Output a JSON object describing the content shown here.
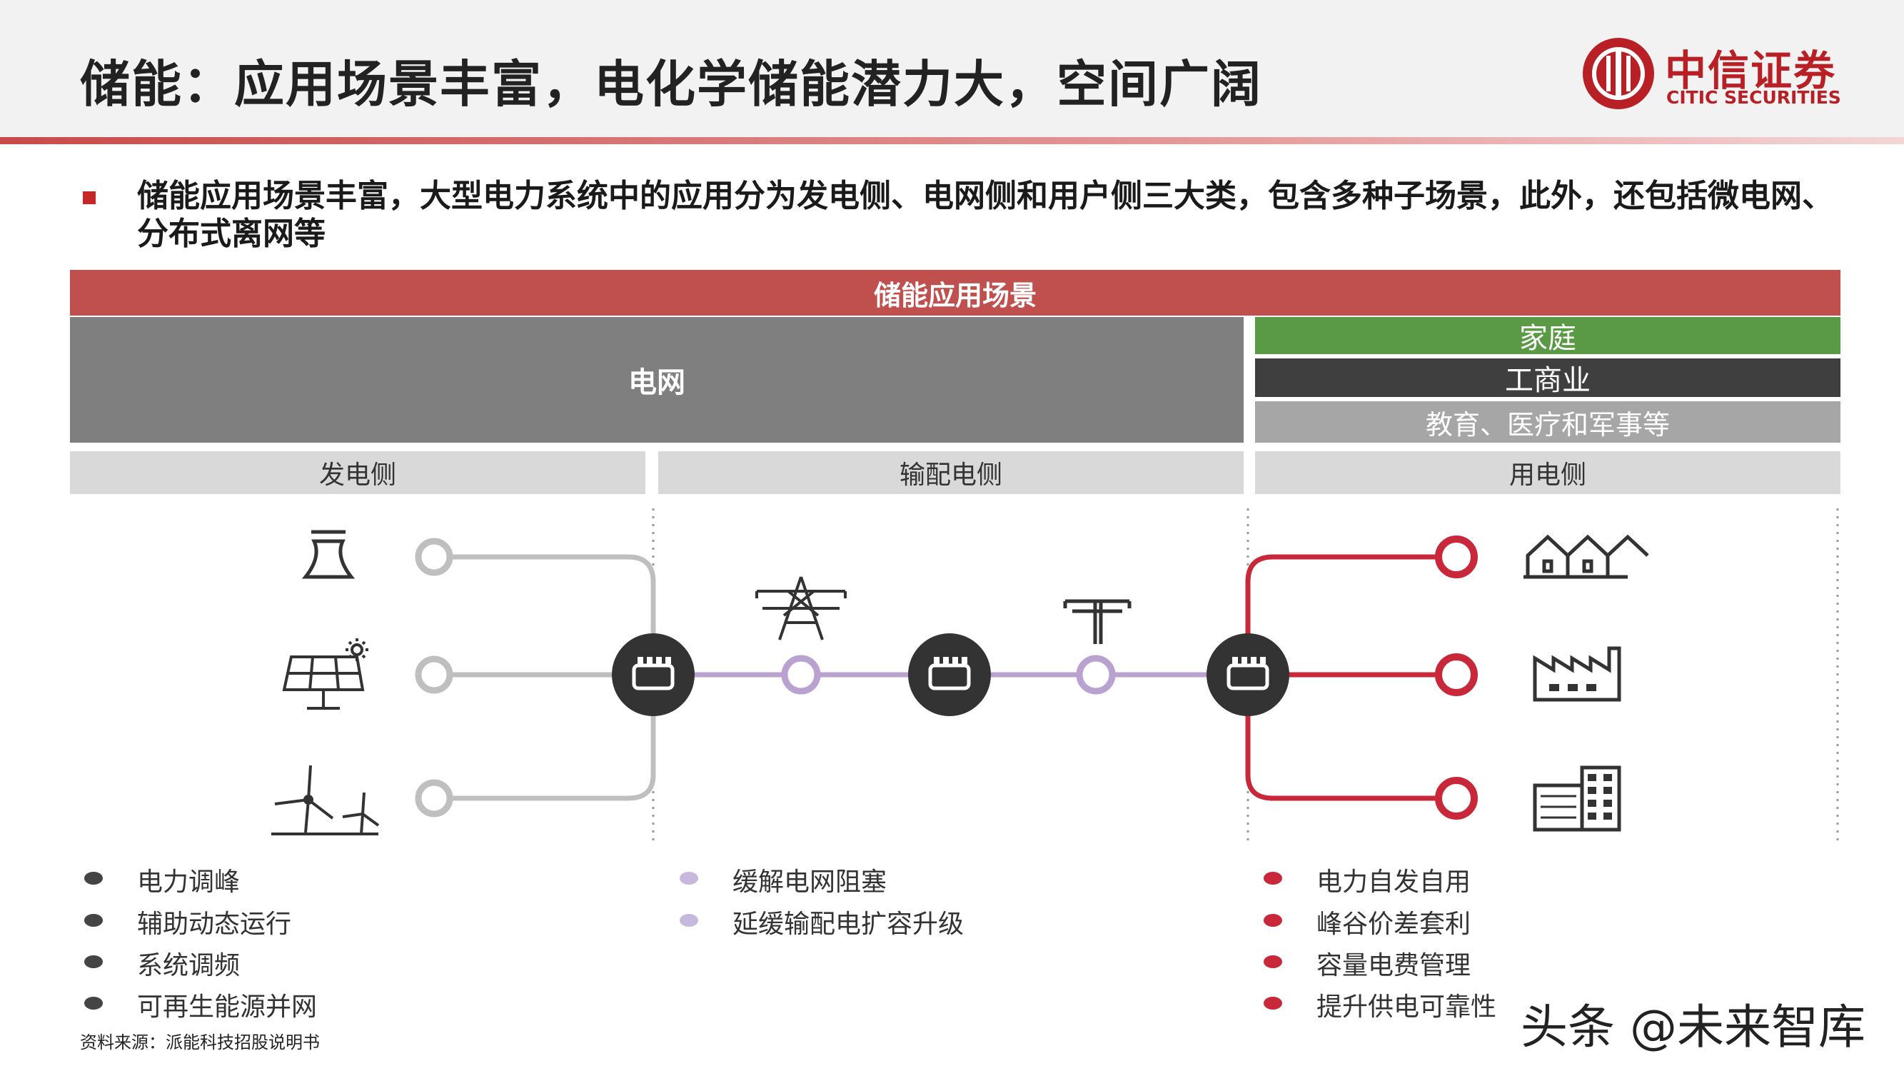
{
  "header": {
    "title": "储能：应用场景丰富，电化学储能潜力大，空间广阔",
    "logo_cn": "中信证券",
    "logo_en": "CITIC SECURITIES"
  },
  "bullet": {
    "text": "储能应用场景丰富，大型电力系统中的应用分为发电侧、电网侧和用户侧三大类，包含多种子场景，此外，还包括微电网、分布式离网等"
  },
  "diagram": {
    "top_band": "储能应用场景",
    "grid_label": "电网",
    "user_types": [
      "家庭",
      "工商业",
      "教育、医疗和军事等"
    ],
    "sides": [
      "发电侧",
      "输配电侧",
      "用电侧"
    ]
  },
  "legend": {
    "generation": [
      "电力调峰",
      "辅助动态运行",
      "系统调频",
      "可再生能源并网"
    ],
    "transmission": [
      "缓解电网阻塞",
      "延缓输配电扩容升级"
    ],
    "consumption": [
      "电力自发自用",
      "峰谷价差套利",
      "容量电费管理",
      "提升供电可靠性"
    ]
  },
  "colors": {
    "accent_red": "#c0504d",
    "grid_gray": "#7f7f7f",
    "home_green": "#5a9a45",
    "biz_dark": "#3f3f3f",
    "edu_gray": "#a6a6a6",
    "side_gray": "#d9d9d9",
    "gen_line": "#bfbfbf",
    "td_line": "#b9a2cf",
    "use_line": "#c8283a",
    "node_dark": "#333333"
  },
  "icons": {
    "generation": [
      "power-plant-icon",
      "solar-panel-icon",
      "wind-turbine-icon"
    ],
    "transmission": [
      "transmission-tower-icon",
      "utility-pole-icon"
    ],
    "consumption": [
      "house-icon",
      "factory-icon",
      "office-building-icon"
    ],
    "storage": "battery-icon"
  },
  "footer": {
    "source": "资料来源：派能科技招股说明书",
    "watermark": "头条 @未来智库"
  }
}
